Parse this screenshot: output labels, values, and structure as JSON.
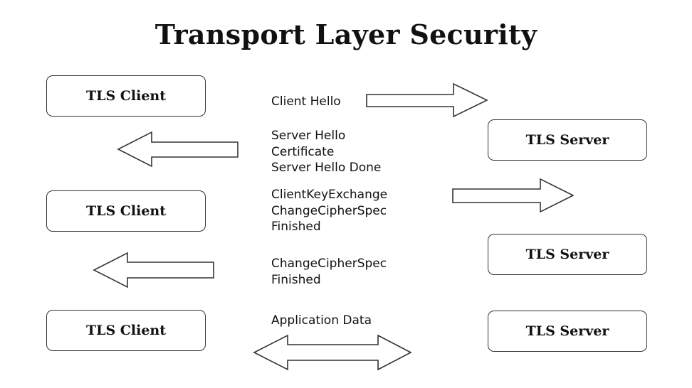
{
  "title": "Transport Layer Security",
  "client_label": "TLS Client",
  "server_label": "TLS Server",
  "messages": {
    "client_hello": [
      "Client Hello"
    ],
    "server_hello": [
      "Server Hello",
      "Certificate",
      "Server Hello Done"
    ],
    "client_key_exchange": [
      "ClientKeyExchange",
      "ChangeCipherSpec",
      "Finished"
    ],
    "server_finished": [
      "ChangeCipherSpec",
      "Finished"
    ],
    "application_data": [
      "Application Data"
    ]
  },
  "arrow_directions": [
    "right",
    "left",
    "right",
    "left",
    "bidirectional"
  ],
  "colors": {
    "stroke": "#333333",
    "text": "#111111",
    "background": "#ffffff"
  }
}
